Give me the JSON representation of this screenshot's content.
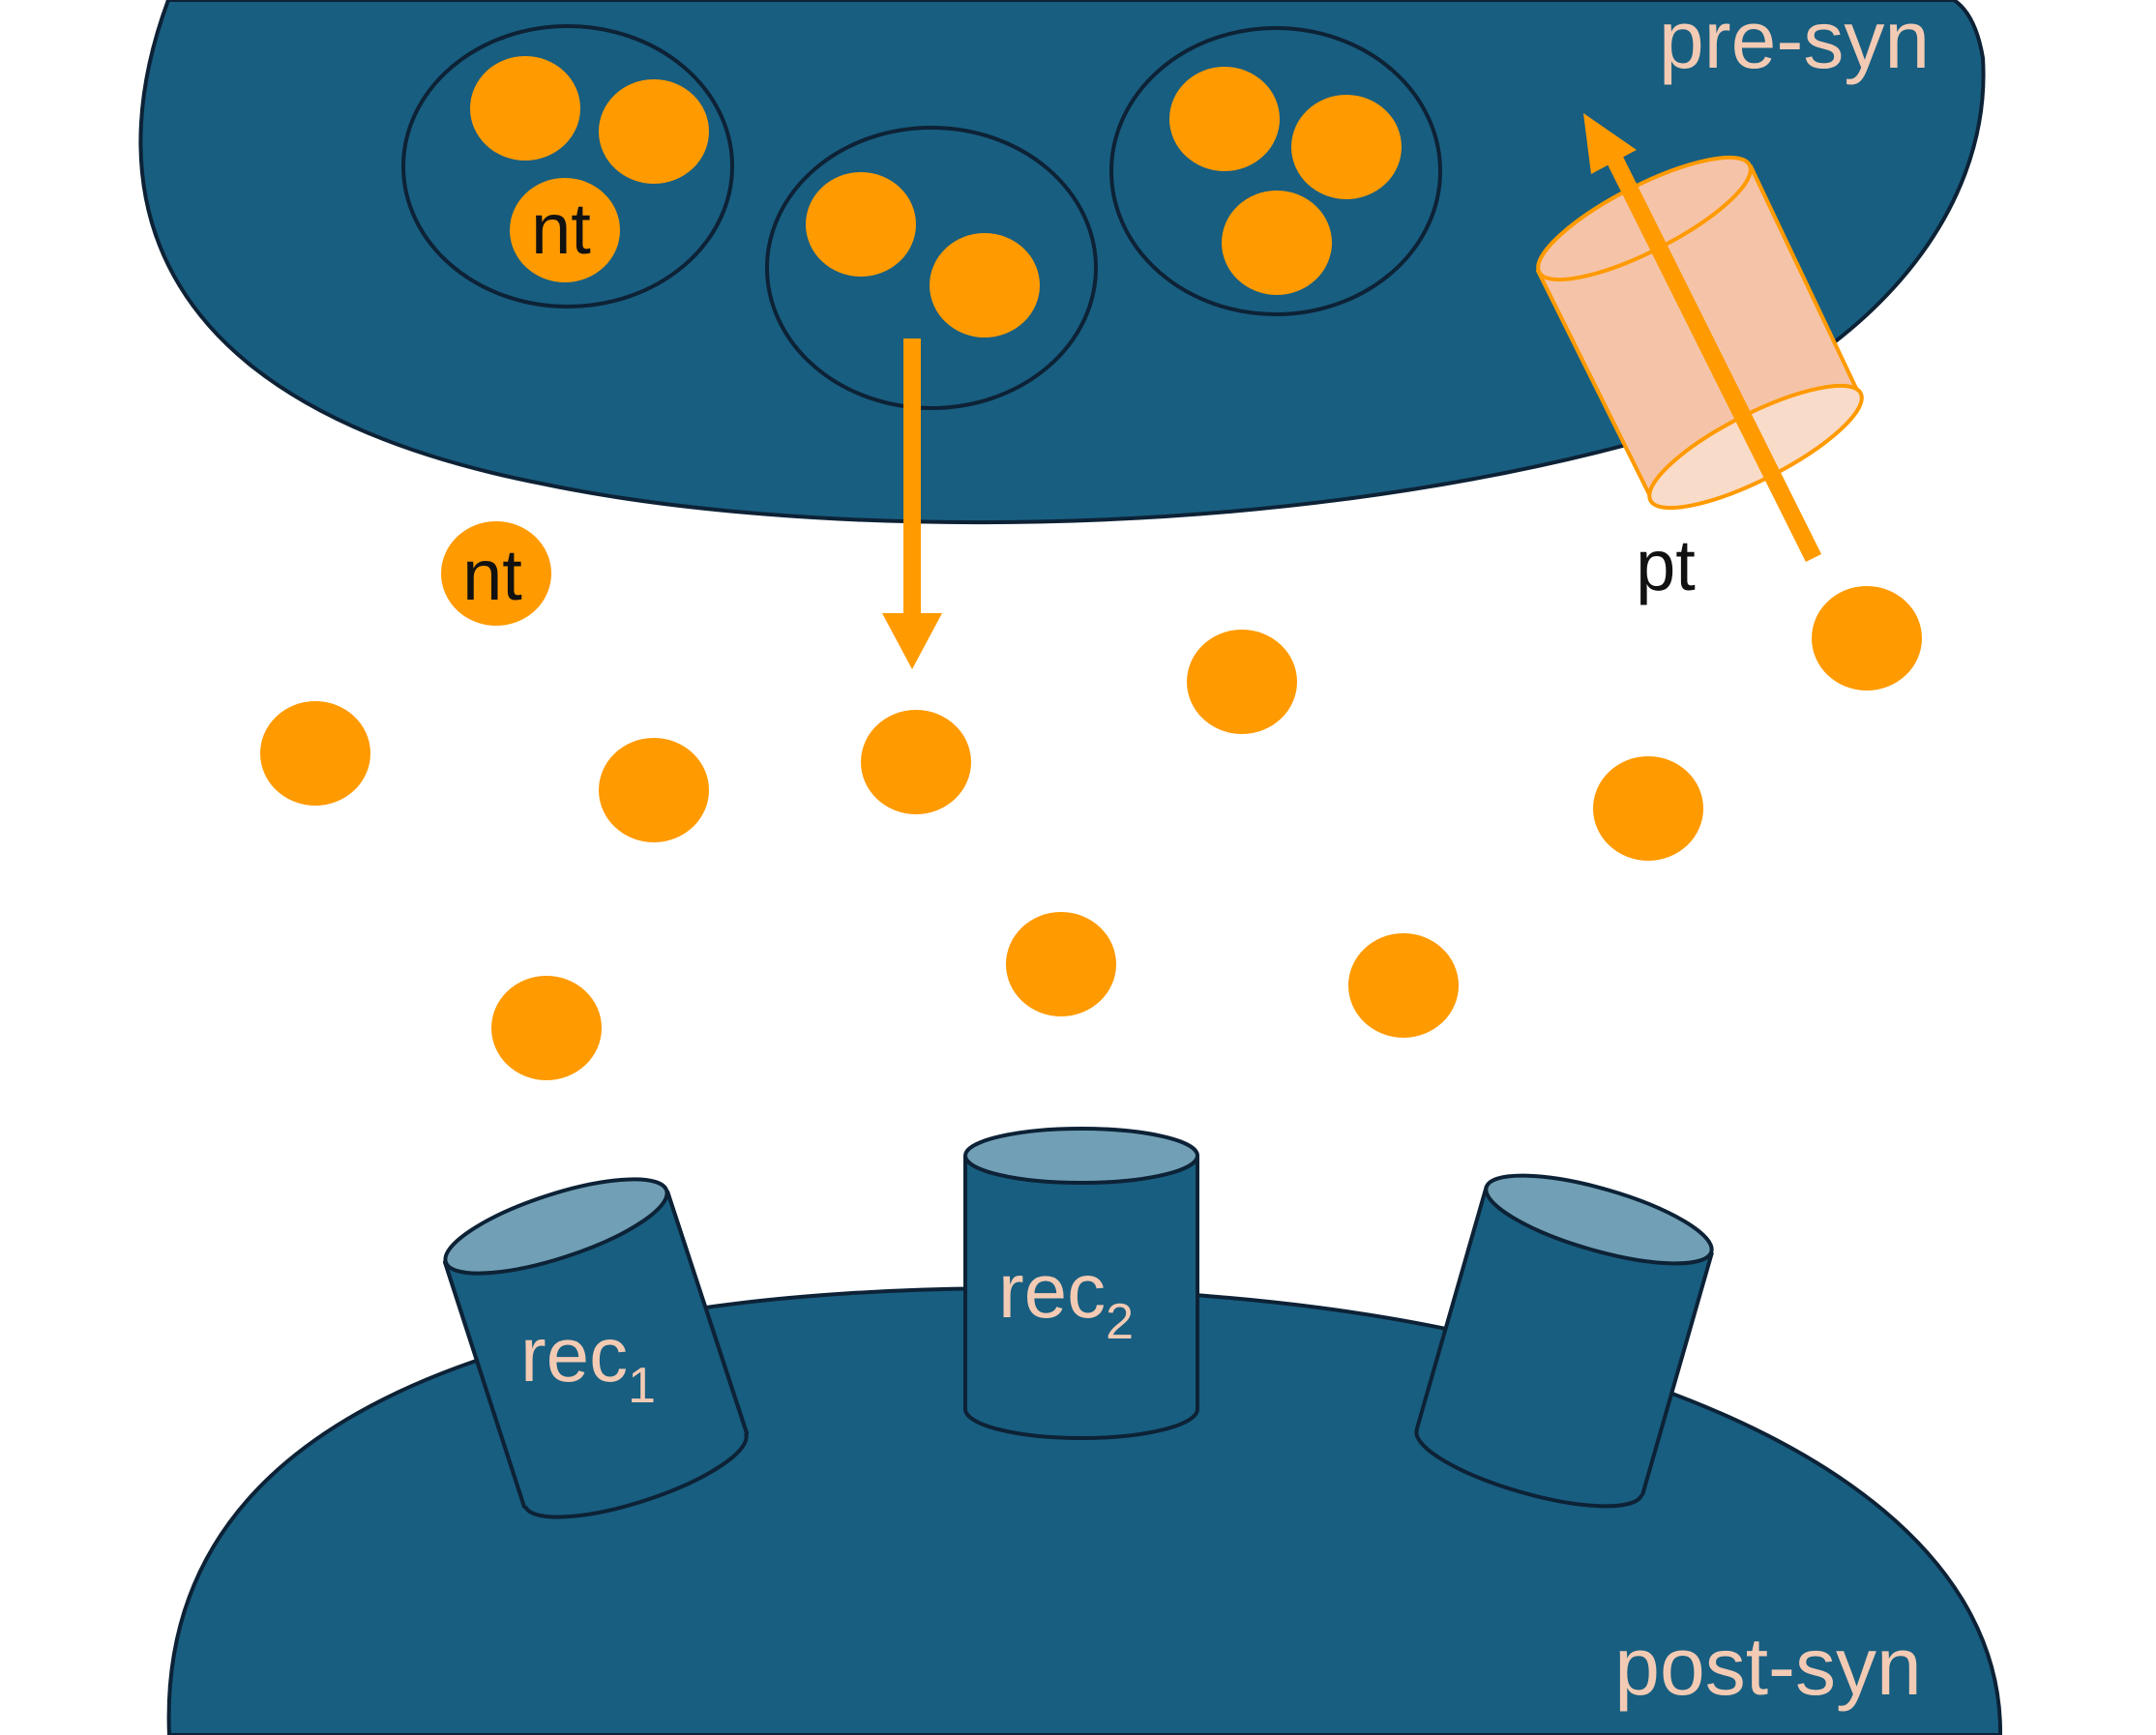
{
  "labels": {
    "pre_syn": "pre-syn",
    "post_syn": "post-syn",
    "nt_in_vesicle": "nt",
    "nt_in_cleft": "nt",
    "pt": "pt",
    "rec1_base": "rec",
    "rec1_sub": "1",
    "rec2_base": "rec",
    "rec2_sub": "2"
  },
  "colors": {
    "membrane": "#185e80",
    "outline": "#0d2236",
    "neurotransmitter": "#ff9a00",
    "transporter_body": "#f5c4a8",
    "transporter_end": "#f9dbc9",
    "receptor_top": "#71a0b6",
    "label_light": "#f3cbb4",
    "arrow": "#ff9a00"
  }
}
